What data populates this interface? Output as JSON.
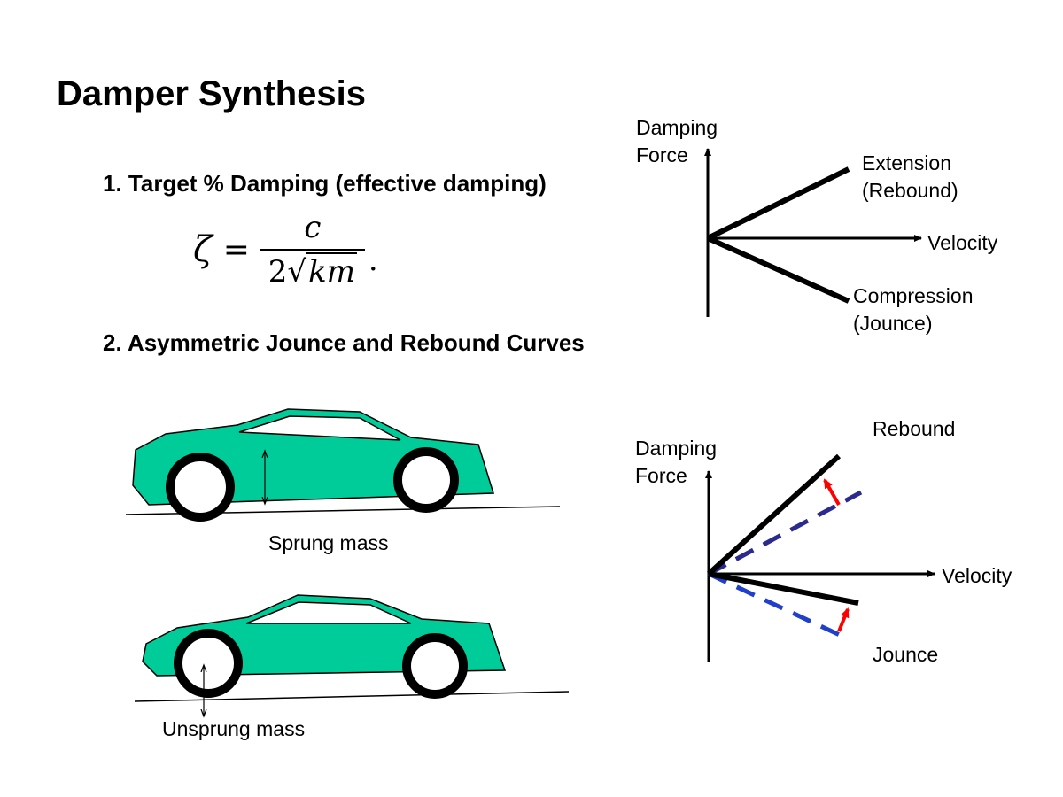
{
  "title": "Damper Synthesis",
  "items": [
    {
      "text": "1. Target % Damping (effective damping)"
    },
    {
      "text": "2. Asymmetric Jounce and Rebound Curves"
    }
  ],
  "formula": {
    "symbol": "ζ",
    "equals": "=",
    "numerator": "c",
    "denominator_coefficient": "2",
    "denominator_radicand": "km",
    "trailing": "."
  },
  "graph1": {
    "ylabel_line1": "Damping",
    "ylabel_line2": "Force",
    "xlabel": "Velocity",
    "extension_line1": "Extension",
    "extension_line2": "(Rebound)",
    "compression_line1": "Compression",
    "compression_line2": "(Jounce)"
  },
  "graph2": {
    "ylabel_line1": "Damping",
    "ylabel_line2": "Force",
    "xlabel": "Velocity",
    "rebound": "Rebound",
    "jounce": "Jounce"
  },
  "cars": {
    "sprung_label": "Sprung mass",
    "unsprung_label": "Unsprung mass"
  },
  "colors": {
    "car_body": "#00CC99",
    "outline": "#000000",
    "adjust_arrow": "#FF0000",
    "dashed_rebound": "#2B2B8F",
    "dashed_jounce": "#1F3FCC"
  }
}
